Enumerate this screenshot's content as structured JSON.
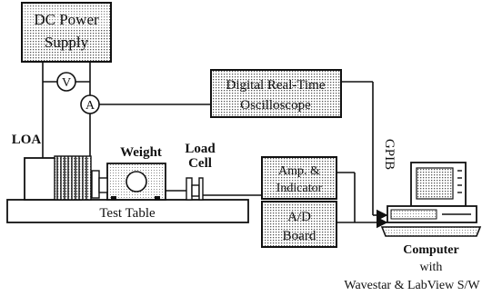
{
  "diagram": {
    "power_supply": {
      "line1": "DC Power",
      "line2": "Supply"
    },
    "voltmeter": "V",
    "ammeter": "A",
    "oscilloscope": {
      "line1": "Digital Real-Time",
      "line2": "Oscilloscope"
    },
    "loa": "LOA",
    "weight": "Weight",
    "load_cell": {
      "line1": "Load",
      "line2": "Cell"
    },
    "amplifier": {
      "line1": "Amp. &",
      "line2": "Indicator"
    },
    "test_table": "Test Table",
    "ad_board": {
      "line1": "A/D",
      "line2": "Board"
    },
    "gpib": "GPIB",
    "computer": {
      "line1": "Computer",
      "line2": "with",
      "line3": "Wavestar & LabView S/W"
    }
  },
  "colors": {
    "ink": "#111111",
    "shade": "#bdbdbd",
    "background": "#ffffff"
  }
}
